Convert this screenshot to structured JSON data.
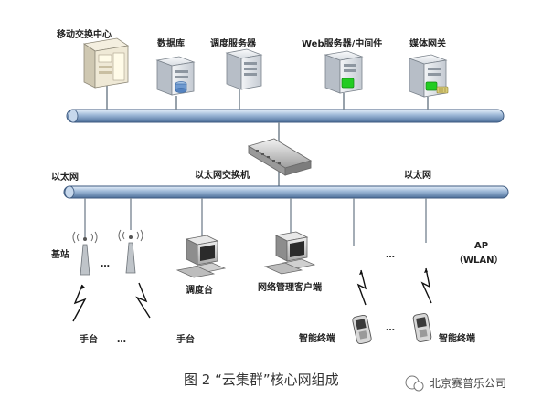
{
  "nodes": {
    "mobile_center": "移动交换中心",
    "database": "数据库",
    "dispatch_server": "调度服务器",
    "web_server": "Web服务器/中间件",
    "media_gateway": "媒体网关",
    "ethernet_left": "以太网",
    "switch": "以太网交换机",
    "ethernet_right": "以太网",
    "base_station": "基站",
    "dots_top": "…",
    "dots_mid": "…",
    "dots_bottom": "…",
    "dots_handset": "…",
    "dispatch_console": "调度台",
    "network_client": "网络管理客户端",
    "ap": "AP",
    "wlan": "（WLAN）",
    "handset_1": "手台",
    "handset_2": "手台",
    "smart_terminal_1": "智能终端",
    "smart_terminal_2": "智能终端"
  },
  "caption": "图 2 “云集群”核心网组成",
  "watermark": "北京赛普乐公司",
  "colors": {
    "bus": "#6d8fb8",
    "bus_highlight": "#cfe0f2",
    "server": "#dfe3e8",
    "green_led": "#22cc22"
  }
}
